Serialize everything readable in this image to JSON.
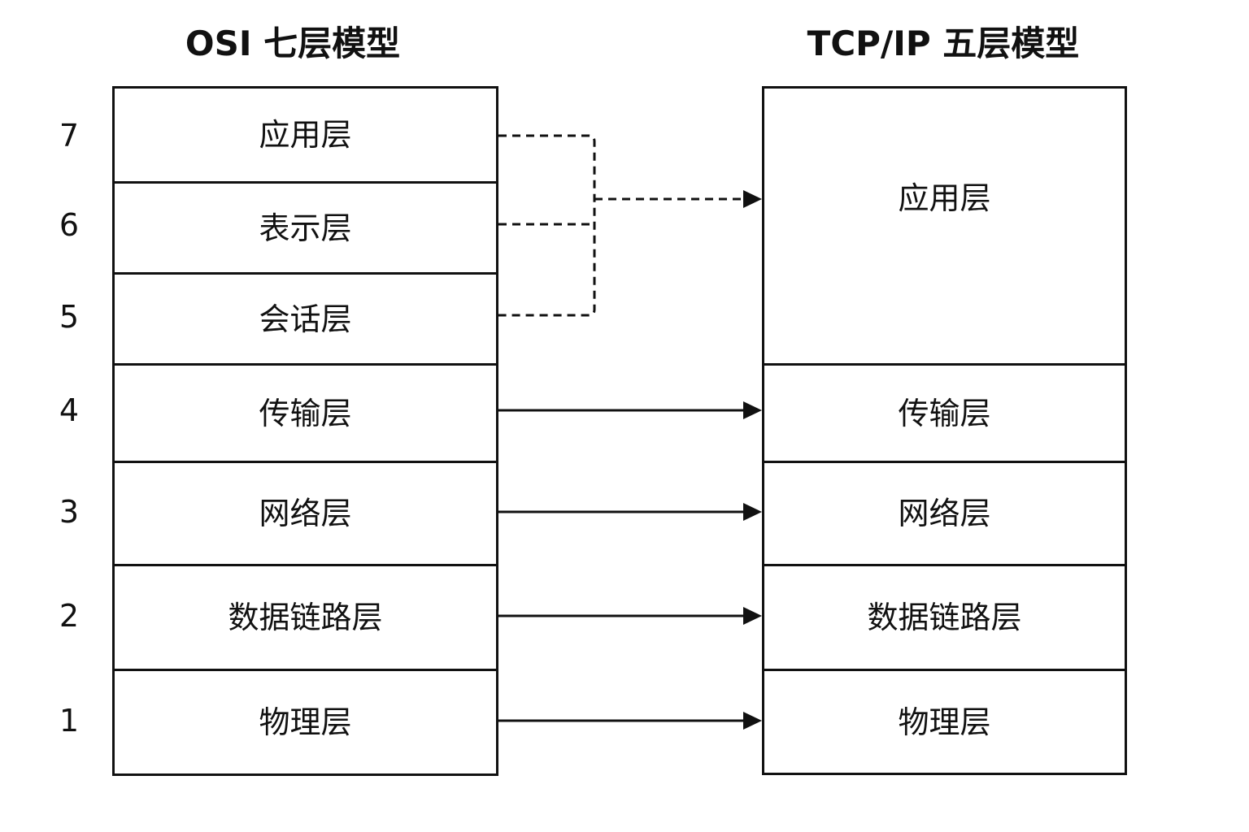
{
  "osi": {
    "title": "OSI 七层模型",
    "layers": [
      {
        "number": "7",
        "name": "应用层"
      },
      {
        "number": "6",
        "name": "表示层"
      },
      {
        "number": "5",
        "name": "会话层"
      },
      {
        "number": "4",
        "name": "传输层"
      },
      {
        "number": "3",
        "name": "网络层"
      },
      {
        "number": "2",
        "name": "数据链路层"
      },
      {
        "number": "1",
        "name": "物理层"
      }
    ]
  },
  "tcpip": {
    "title": "TCP/IP 五层模型",
    "layers": [
      {
        "name": "应用层"
      },
      {
        "name": "传输层"
      },
      {
        "name": "网络层"
      },
      {
        "name": "数据链路层"
      },
      {
        "name": "物理层"
      }
    ]
  },
  "mappings": [
    {
      "from": [
        "应用层",
        "表示层",
        "会话层"
      ],
      "to": "应用层",
      "style": "dashed"
    },
    {
      "from": [
        "传输层"
      ],
      "to": "传输层",
      "style": "solid"
    },
    {
      "from": [
        "网络层"
      ],
      "to": "网络层",
      "style": "solid"
    },
    {
      "from": [
        "数据链路层"
      ],
      "to": "数据链路层",
      "style": "solid"
    },
    {
      "from": [
        "物理层"
      ],
      "to": "物理层",
      "style": "solid"
    }
  ],
  "colors": {
    "line": "#111111",
    "background": "#ffffff"
  }
}
